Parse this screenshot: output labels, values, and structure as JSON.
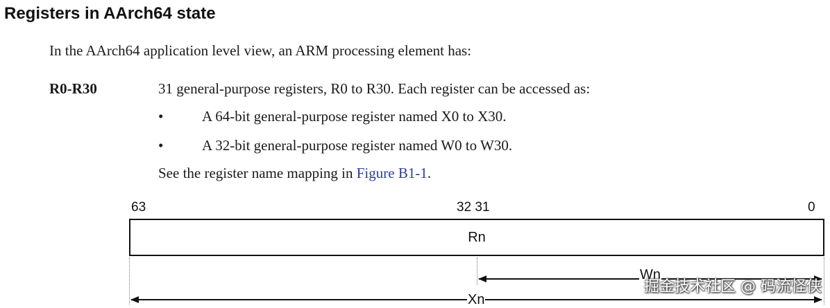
{
  "heading": "Registers in AArch64 state",
  "intro": "In the AArch64 application level view, an ARM processing element has:",
  "register_entry": {
    "term": "R0-R30",
    "definition": "31 general-purpose registers, R0 to R30. Each register can be accessed as:",
    "bullets": [
      "A 64-bit general-purpose register named X0 to X30.",
      "A 32-bit general-purpose register named W0 to W30."
    ],
    "bullet_symbol": "•",
    "see_prefix": "See the register name mapping in ",
    "see_link": "Figure B1-1",
    "see_suffix": "."
  },
  "diagram": {
    "bit_63": "63",
    "bit_32_31": "32 31",
    "bit_0": "0",
    "register_label": "Rn",
    "w_label": "Wn",
    "x_label": "Xn"
  },
  "watermark": "掘金技术社区 @ 码流怪侠",
  "colors": {
    "link": "#2a3e9e",
    "text": "#111111"
  }
}
